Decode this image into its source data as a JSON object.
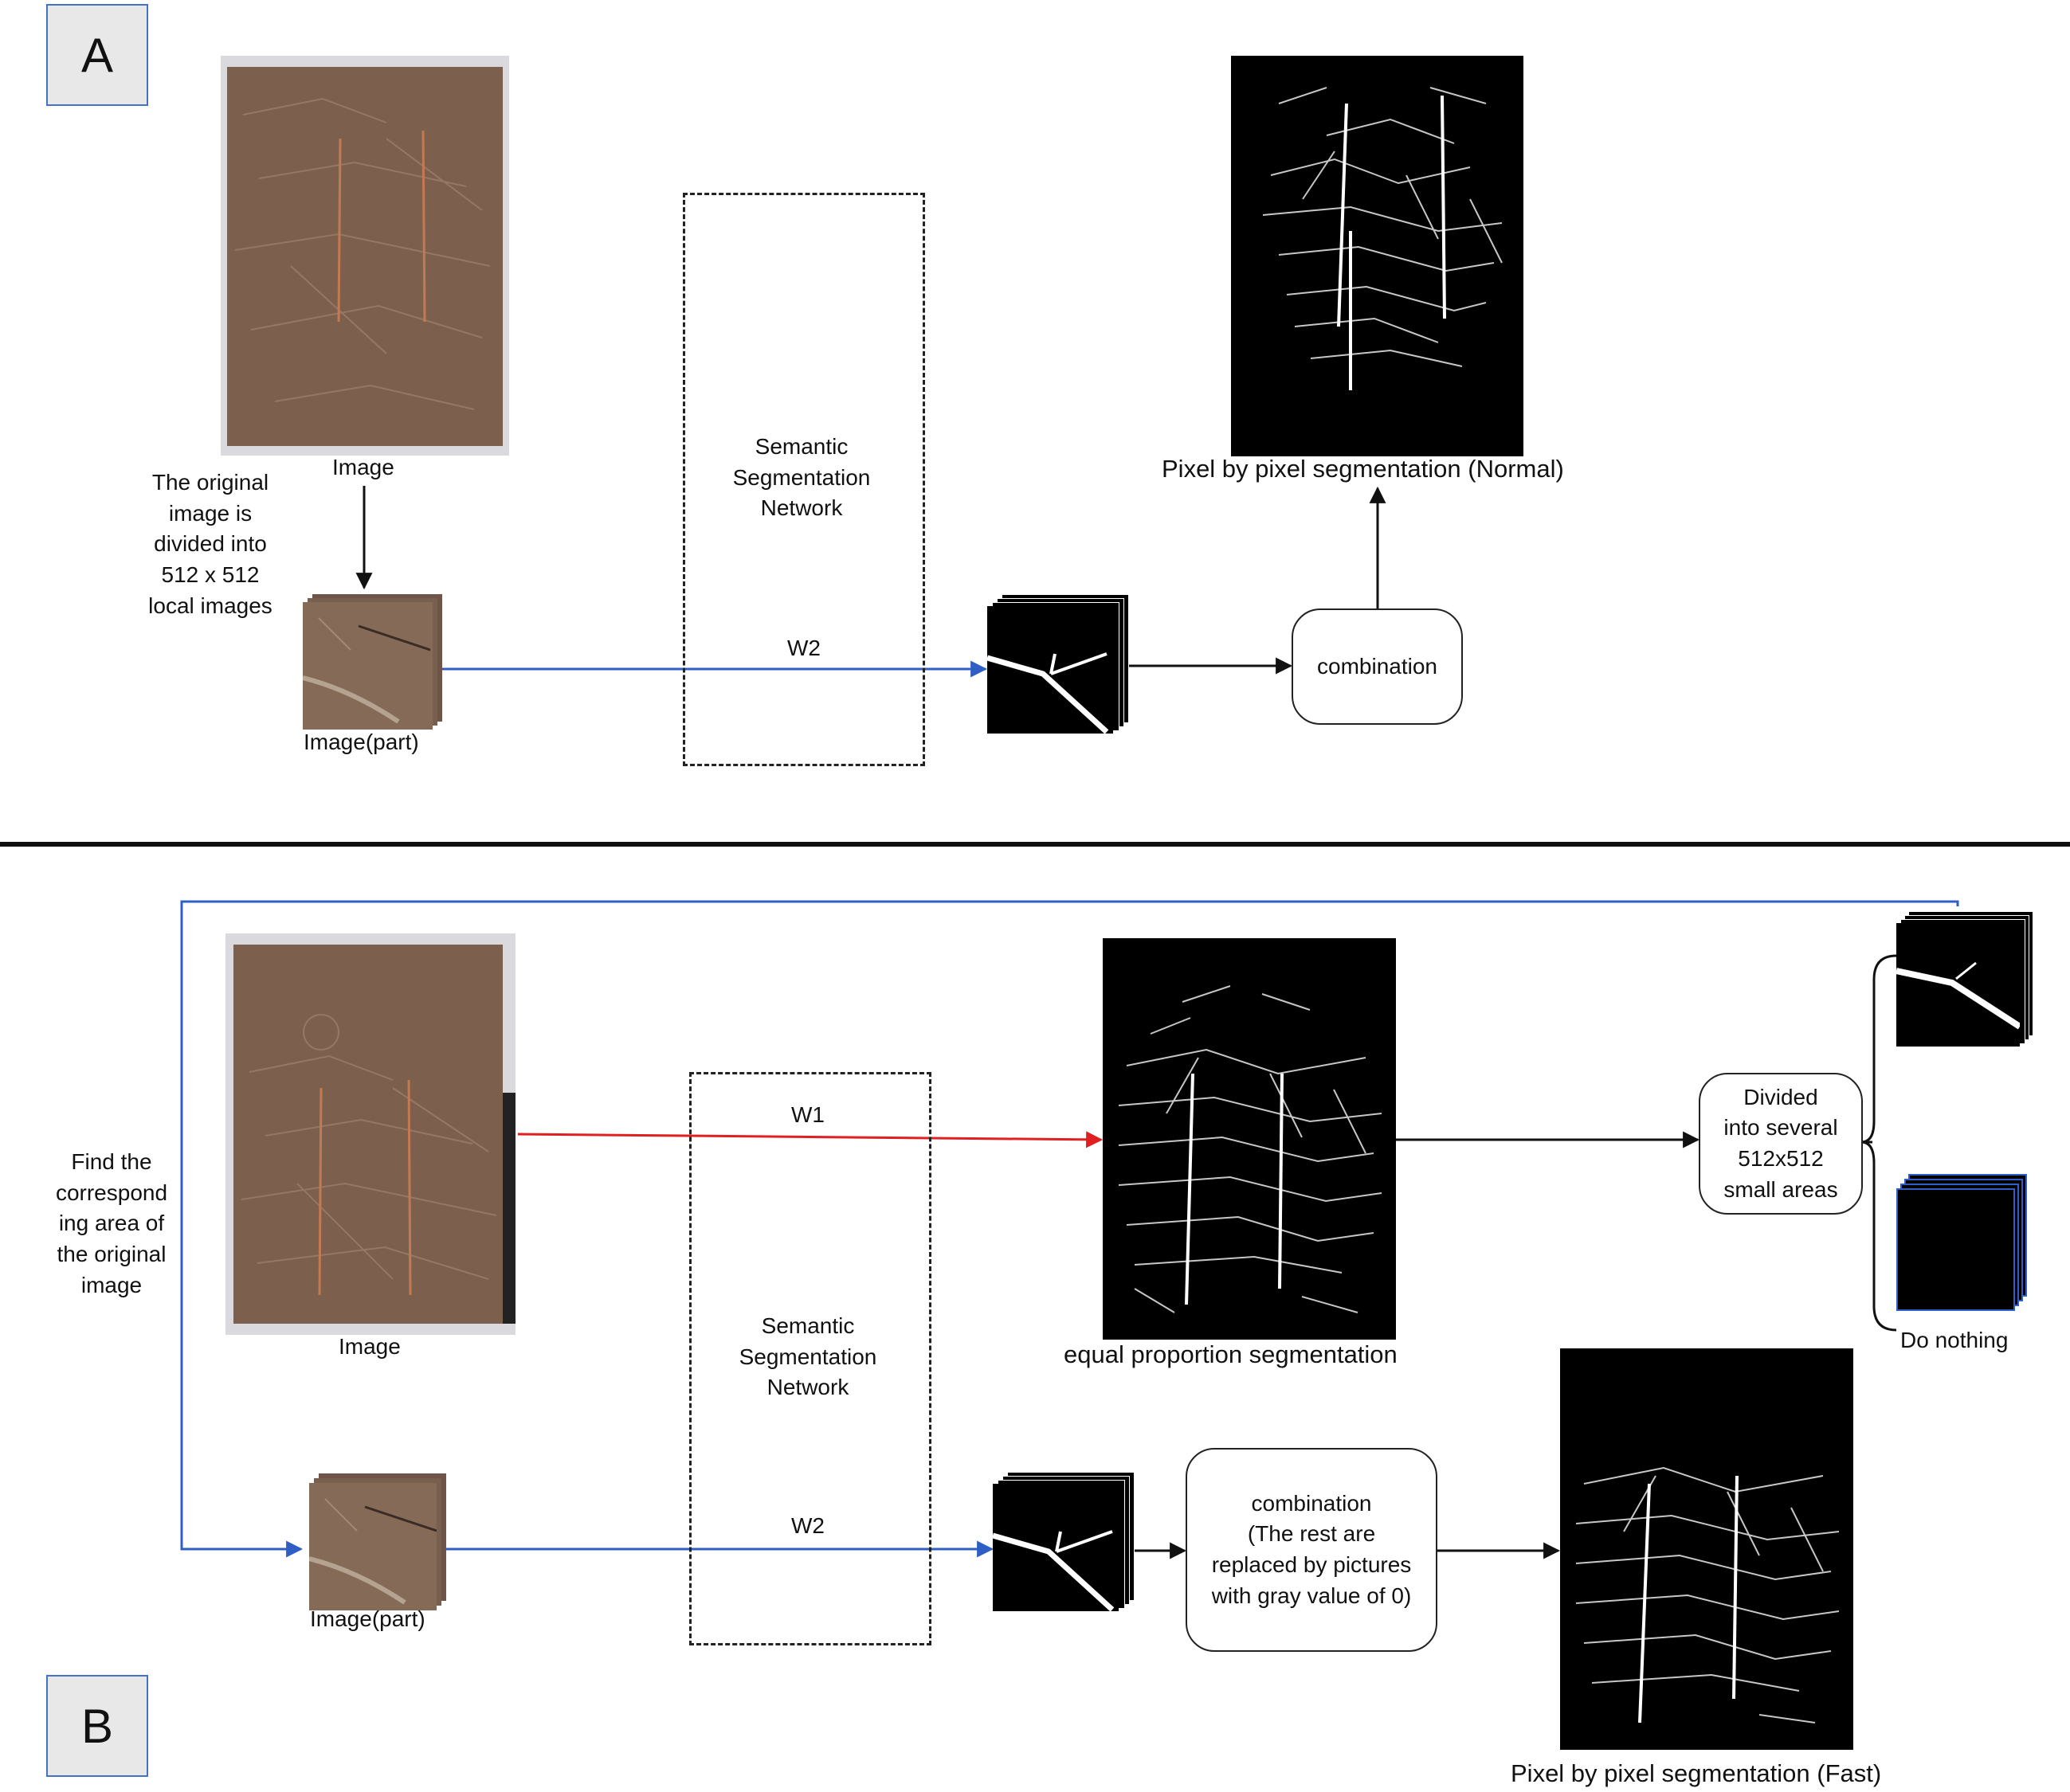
{
  "panel_a": {
    "letter": "A",
    "image_label": "Image",
    "split_note": [
      "The original",
      "image is",
      "divided into",
      "512 x 512",
      "local images"
    ],
    "part_label": "Image(part)",
    "network_label": [
      "Semantic",
      "Segmentation",
      "Network"
    ],
    "weight_label": "W2",
    "combination_label": "combination",
    "output_label": "Pixel by pixel segmentation (Normal)"
  },
  "panel_b": {
    "letter": "B",
    "find_note": [
      "Find the",
      "correspond",
      "ing area of",
      "the original",
      "image"
    ],
    "image_label": "Image",
    "w1_label": "W1",
    "network_label": [
      "Semantic",
      "Segmentation",
      "Network"
    ],
    "w2_label": "W2",
    "equal_label": "equal proportion segmentation",
    "divided_label": [
      "Divided",
      "into several",
      "512x512",
      "small areas"
    ],
    "do_nothing_label": "Do nothing",
    "part_label": "Image(part)",
    "combination_label": [
      "combination",
      "(The rest are",
      "replaced by pictures",
      "with gray value of 0)"
    ],
    "output_label": "Pixel by pixel segmentation (Fast)"
  },
  "colors": {
    "blue_arrow": "#2f5fc4",
    "red_arrow": "#e02020",
    "soil": "#7d5f4d",
    "black": "#000000"
  }
}
